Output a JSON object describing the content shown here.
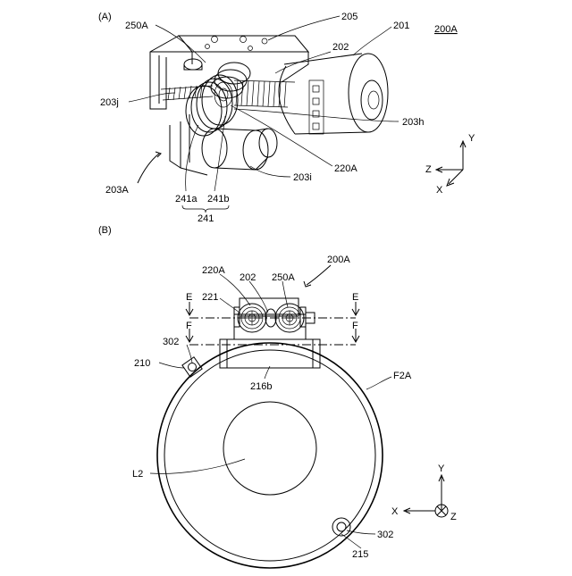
{
  "panel_a": {
    "panel_label": "(A)",
    "figure_ref": "200A",
    "labels": {
      "l205": "205",
      "l250a": "250A",
      "l202": "202",
      "l201": "201",
      "l203j": "203j",
      "l203h": "203h",
      "l220a": "220A",
      "l203a": "203A",
      "l203i": "203i",
      "l241a": "241a",
      "l241b": "241b",
      "l241": "241"
    },
    "axes": {
      "y": "Y",
      "z": "Z",
      "x": "X"
    }
  },
  "panel_b": {
    "panel_label": "(B)",
    "figure_ref": "200A",
    "labels": {
      "l220a": "220A",
      "l202": "202",
      "l250a": "250A",
      "l221": "221",
      "e_left": "E",
      "e_right": "E",
      "f_left": "F",
      "f_right": "F",
      "l302_top": "302",
      "l210": "210",
      "l216b": "216b",
      "lf2a": "F2A",
      "ll2": "L2",
      "l302_bottom": "302",
      "l215": "215"
    },
    "axes": {
      "y": "Y",
      "x": "X",
      "z": "Z"
    }
  }
}
